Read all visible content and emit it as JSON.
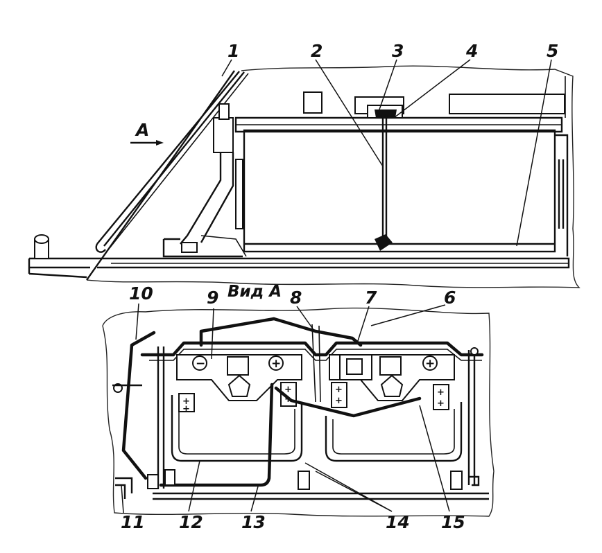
{
  "view": {
    "view_arrow_label": "A",
    "view_title": "Вид А"
  },
  "callouts": {
    "c1": "1",
    "c2": "2",
    "c3": "3",
    "c4": "4",
    "c5": "5",
    "c6": "6",
    "c7": "7",
    "c8": "8",
    "c9": "9",
    "c10": "10",
    "c11": "11",
    "c12": "12",
    "c13": "13",
    "c14": "14",
    "c15": "15"
  },
  "terminal_signs": {
    "minus": "−",
    "plus": "+"
  }
}
